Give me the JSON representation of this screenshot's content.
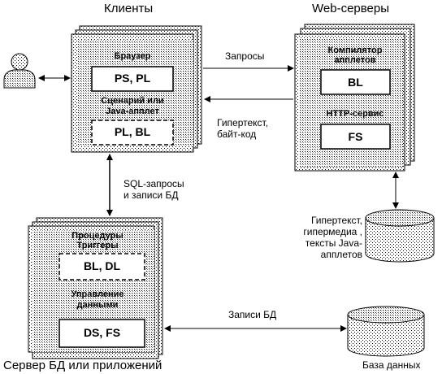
{
  "titles": {
    "clients": "Клиенты",
    "web_servers": "Web-серверы",
    "db_server": "Сервер БД или приложений",
    "database": "База данных"
  },
  "client_block": {
    "browser": "Браузер",
    "ps_pl": "PS, PL",
    "script": "Сценарий или",
    "java_applet": "Java-апплет",
    "pl_bl": "PL, BL"
  },
  "web_block": {
    "compiler_1": "Компилятор",
    "compiler_2": "апплетов",
    "bl": "BL",
    "http_service": "HTTP-сервис",
    "fs": "FS"
  },
  "db_block": {
    "procedures": "Процедуры",
    "triggers": "Триггеры",
    "bl_dl": "BL, DL",
    "manage_1": "Управление",
    "manage_2": "данными",
    "ds_fs": "DS, FS"
  },
  "arrows": {
    "requests": "Запросы",
    "hypertext_1": "Гипертекст,",
    "hypertext_2": "байт-код",
    "sql_1": "SQL-запросы",
    "sql_2": "и записи БД",
    "db_records": "Записи БД"
  },
  "storage_note": {
    "line1": "Гипертекст,",
    "line2": "гипермедиа ,",
    "line3": "тексты  Java-",
    "line4": "апплетов"
  }
}
